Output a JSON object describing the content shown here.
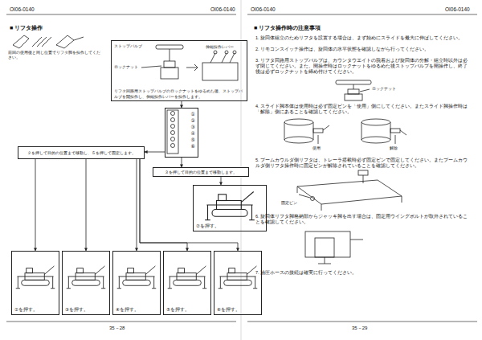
{
  "diagram": {
    "nodes": [
      {
        "text": [
          "リフタ回路用ストップバルブのロックナットをゆるめた後、ストップバルブを開操作し、伸縮操作レバーを操作します。"
        ]
      },
      {
        "text": [
          "①",
          "②",
          "③",
          "④",
          "⑤",
          "⑥"
        ]
      },
      {
        "text": [
          "２を押して目的の位置まで移動し、５を押して固定します。"
        ]
      },
      {
        "text": [
          "３を押して目的の位置まで移動します。"
        ]
      },
      {
        "text": [
          "②を押す。"
        ]
      },
      {
        "text": [
          "②を押す。"
        ]
      },
      {
        "text": [
          "③を押す。"
        ]
      },
      {
        "text": [
          "④を押す。"
        ]
      },
      {
        "text": [
          "⑤を押す。"
        ]
      },
      {
        "text": [
          "⑥を押す。"
        ]
      }
    ],
    "edges": [
      {
        "from": 0,
        "to": 1,
        "arrow": "to"
      },
      {
        "from": 1,
        "to": 2,
        "arrow": "to"
      },
      {
        "from": 1,
        "to": 3,
        "arrow": "to"
      },
      {
        "from": 3,
        "to": 4,
        "arrow": "to"
      },
      {
        "from": 2,
        "to": 5,
        "arrow": "to"
      },
      {
        "from": 2,
        "to": 6,
        "arrow": "to"
      },
      {
        "from": 2,
        "to": 7,
        "arrow": "to"
      },
      {
        "from": 2,
        "to": 8,
        "arrow": "to"
      },
      {
        "from": 2,
        "to": 9,
        "arrow": "to"
      }
    ],
    "labels": [
      "OI06-0140",
      "OI06-0140",
      "■ リフタ操作",
      "前回の使用後と同じ位置でリフタ脚を操作してください。",
      "ストップバルブ",
      "ロックナット",
      "伸縮操作レバー",
      "35－28",
      "OI06-0140",
      "OI06-0140",
      "■ リフタ操作時の注意事項",
      "1. 旋回体組立のためリフタを設置する場合は、まず始めにスライドを最大に伸ばしてください。",
      "2. リモコンスイッチ操作は、旋回体の水平状態を確認しながら行ってください。",
      "3. リフタ回路用ストップバルブは、カウンタウエイトの脱着および旋回体の分解・組立時以外は必ず閉じてください。また、開操作時はロックナットをゆるめた後ストップバルブを開操作し、終了後は必ずロックナットを締め付けてください。",
      "4. スライド脚本体は使用時は必ず固定ピンを「使用」側にしてください。またスライド脚操作時は「解除」側にあることを確認してください。",
      "5. ブームカウルダ側リフタは、トレーラ搭載時必ず固定ピンで固定してください。またブームカウルダ側リフタ操作時に固定ピンが解除されていることを確認してください。",
      "6. 旋回体リフタ脚格納部からジャッキ脚を出す場合は、固定用ウイングボルトが取外されていることを確認してください。",
      "7. 油圧ホースの接続は確実に行ってください。",
      "ロックナット",
      "使用",
      "解除",
      "固定ピン",
      "35－29"
    ]
  }
}
